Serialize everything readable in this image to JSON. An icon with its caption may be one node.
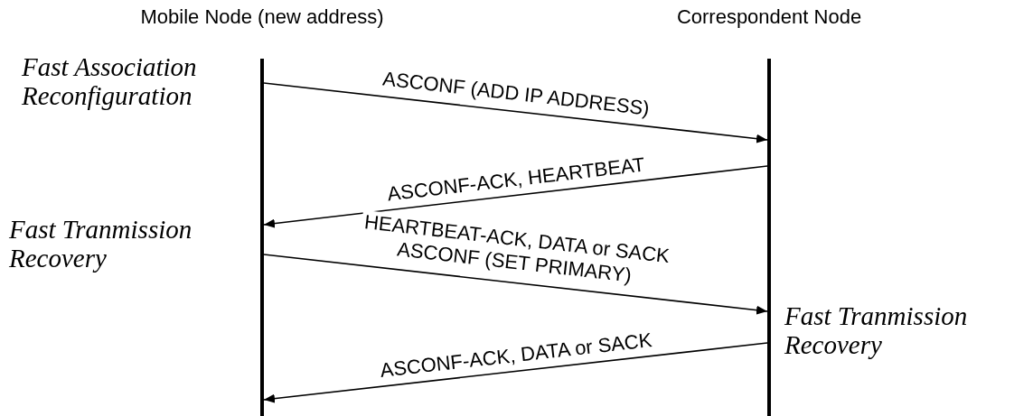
{
  "diagram": {
    "nodes": [
      {
        "text": [
          "Mobile Node (new address)"
        ]
      },
      {
        "text": [
          "Correspondent Node"
        ]
      }
    ],
    "edges": [
      {
        "from": 0,
        "to": 1,
        "arrow": "to",
        "label": "ASCONF (ADD IP ADDRESS)"
      },
      {
        "from": 1,
        "to": 0,
        "arrow": "to",
        "label": "ASCONF-ACK, HEARTBEAT"
      },
      {
        "from": 0,
        "to": 1,
        "arrow": "to",
        "label": "HEARTBEAT-ACK, DATA or SACK ASCONF (SET PRIMARY)"
      },
      {
        "from": 1,
        "to": 0,
        "arrow": "to",
        "label": "ASCONF-ACK, DATA or SACK"
      }
    ],
    "labels": [
      "Fast Association Reconfiguration",
      "Fast Tranmission Recovery",
      "Fast Tranmission Recovery"
    ]
  }
}
